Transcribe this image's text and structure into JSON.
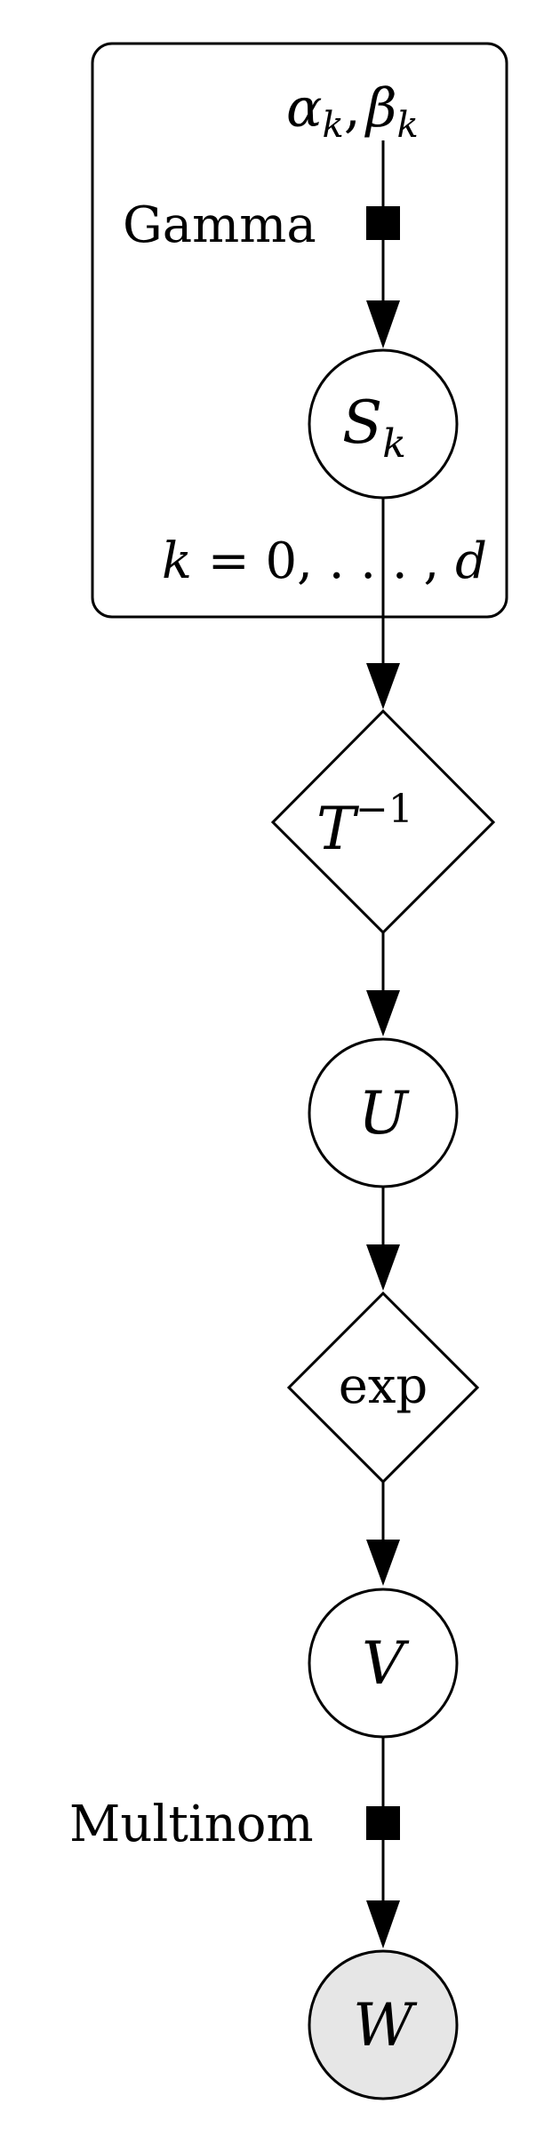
{
  "plate": {
    "params": {
      "alpha": "α",
      "alpha_sub": "k",
      "comma": ",",
      "beta": "β",
      "beta_sub": "k"
    },
    "gamma_label": "Gamma",
    "index": {
      "k": "k",
      "rest": " = 0, . . . , ",
      "d": "d"
    }
  },
  "nodes": {
    "S": {
      "main": "S",
      "sub": "k"
    },
    "T_inv": {
      "main": "T",
      "sup": "−1"
    },
    "U": {
      "label": "U"
    },
    "exp": {
      "label": "exp"
    },
    "V": {
      "label": "V"
    },
    "W": {
      "label": "W"
    }
  },
  "factors": {
    "multinom_label": "Multinom"
  },
  "colors": {
    "stroke": "#000000",
    "observed_fill": "#e6e6e6",
    "background": "#ffffff"
  }
}
